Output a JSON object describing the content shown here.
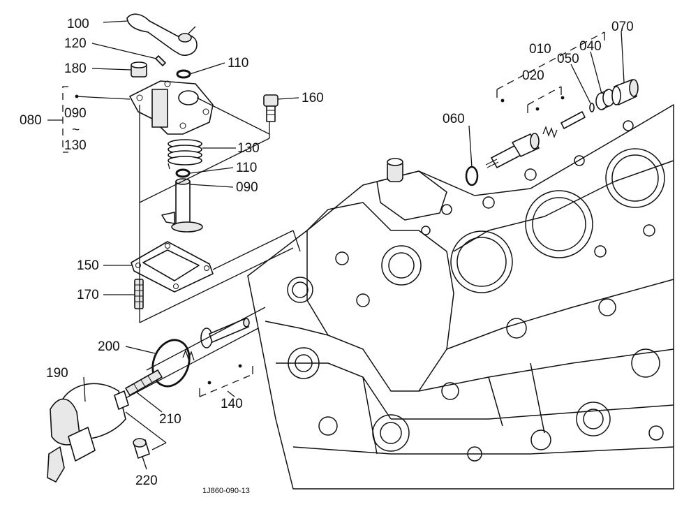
{
  "callouts": [
    {
      "id": "100",
      "label": "100"
    },
    {
      "id": "120",
      "label": "120"
    },
    {
      "id": "180",
      "label": "180"
    },
    {
      "id": "110a",
      "label": "110"
    },
    {
      "id": "160",
      "label": "160"
    },
    {
      "id": "080",
      "label": "080"
    },
    {
      "id": "090a",
      "label": "090"
    },
    {
      "id": "tilde",
      "label": "~"
    },
    {
      "id": "130a",
      "label": "130"
    },
    {
      "id": "130b",
      "label": "130"
    },
    {
      "id": "110b",
      "label": "110"
    },
    {
      "id": "090b",
      "label": "090"
    },
    {
      "id": "150",
      "label": "150"
    },
    {
      "id": "170",
      "label": "170"
    },
    {
      "id": "010",
      "label": "010"
    },
    {
      "id": "070",
      "label": "070"
    },
    {
      "id": "040",
      "label": "040"
    },
    {
      "id": "050",
      "label": "050"
    },
    {
      "id": "020",
      "label": "020"
    },
    {
      "id": "060",
      "label": "060"
    },
    {
      "id": "200",
      "label": "200"
    },
    {
      "id": "190",
      "label": "190"
    },
    {
      "id": "210",
      "label": "210"
    },
    {
      "id": "140",
      "label": "140"
    },
    {
      "id": "220",
      "label": "220"
    }
  ],
  "drawing_code": "1J860-090-13"
}
